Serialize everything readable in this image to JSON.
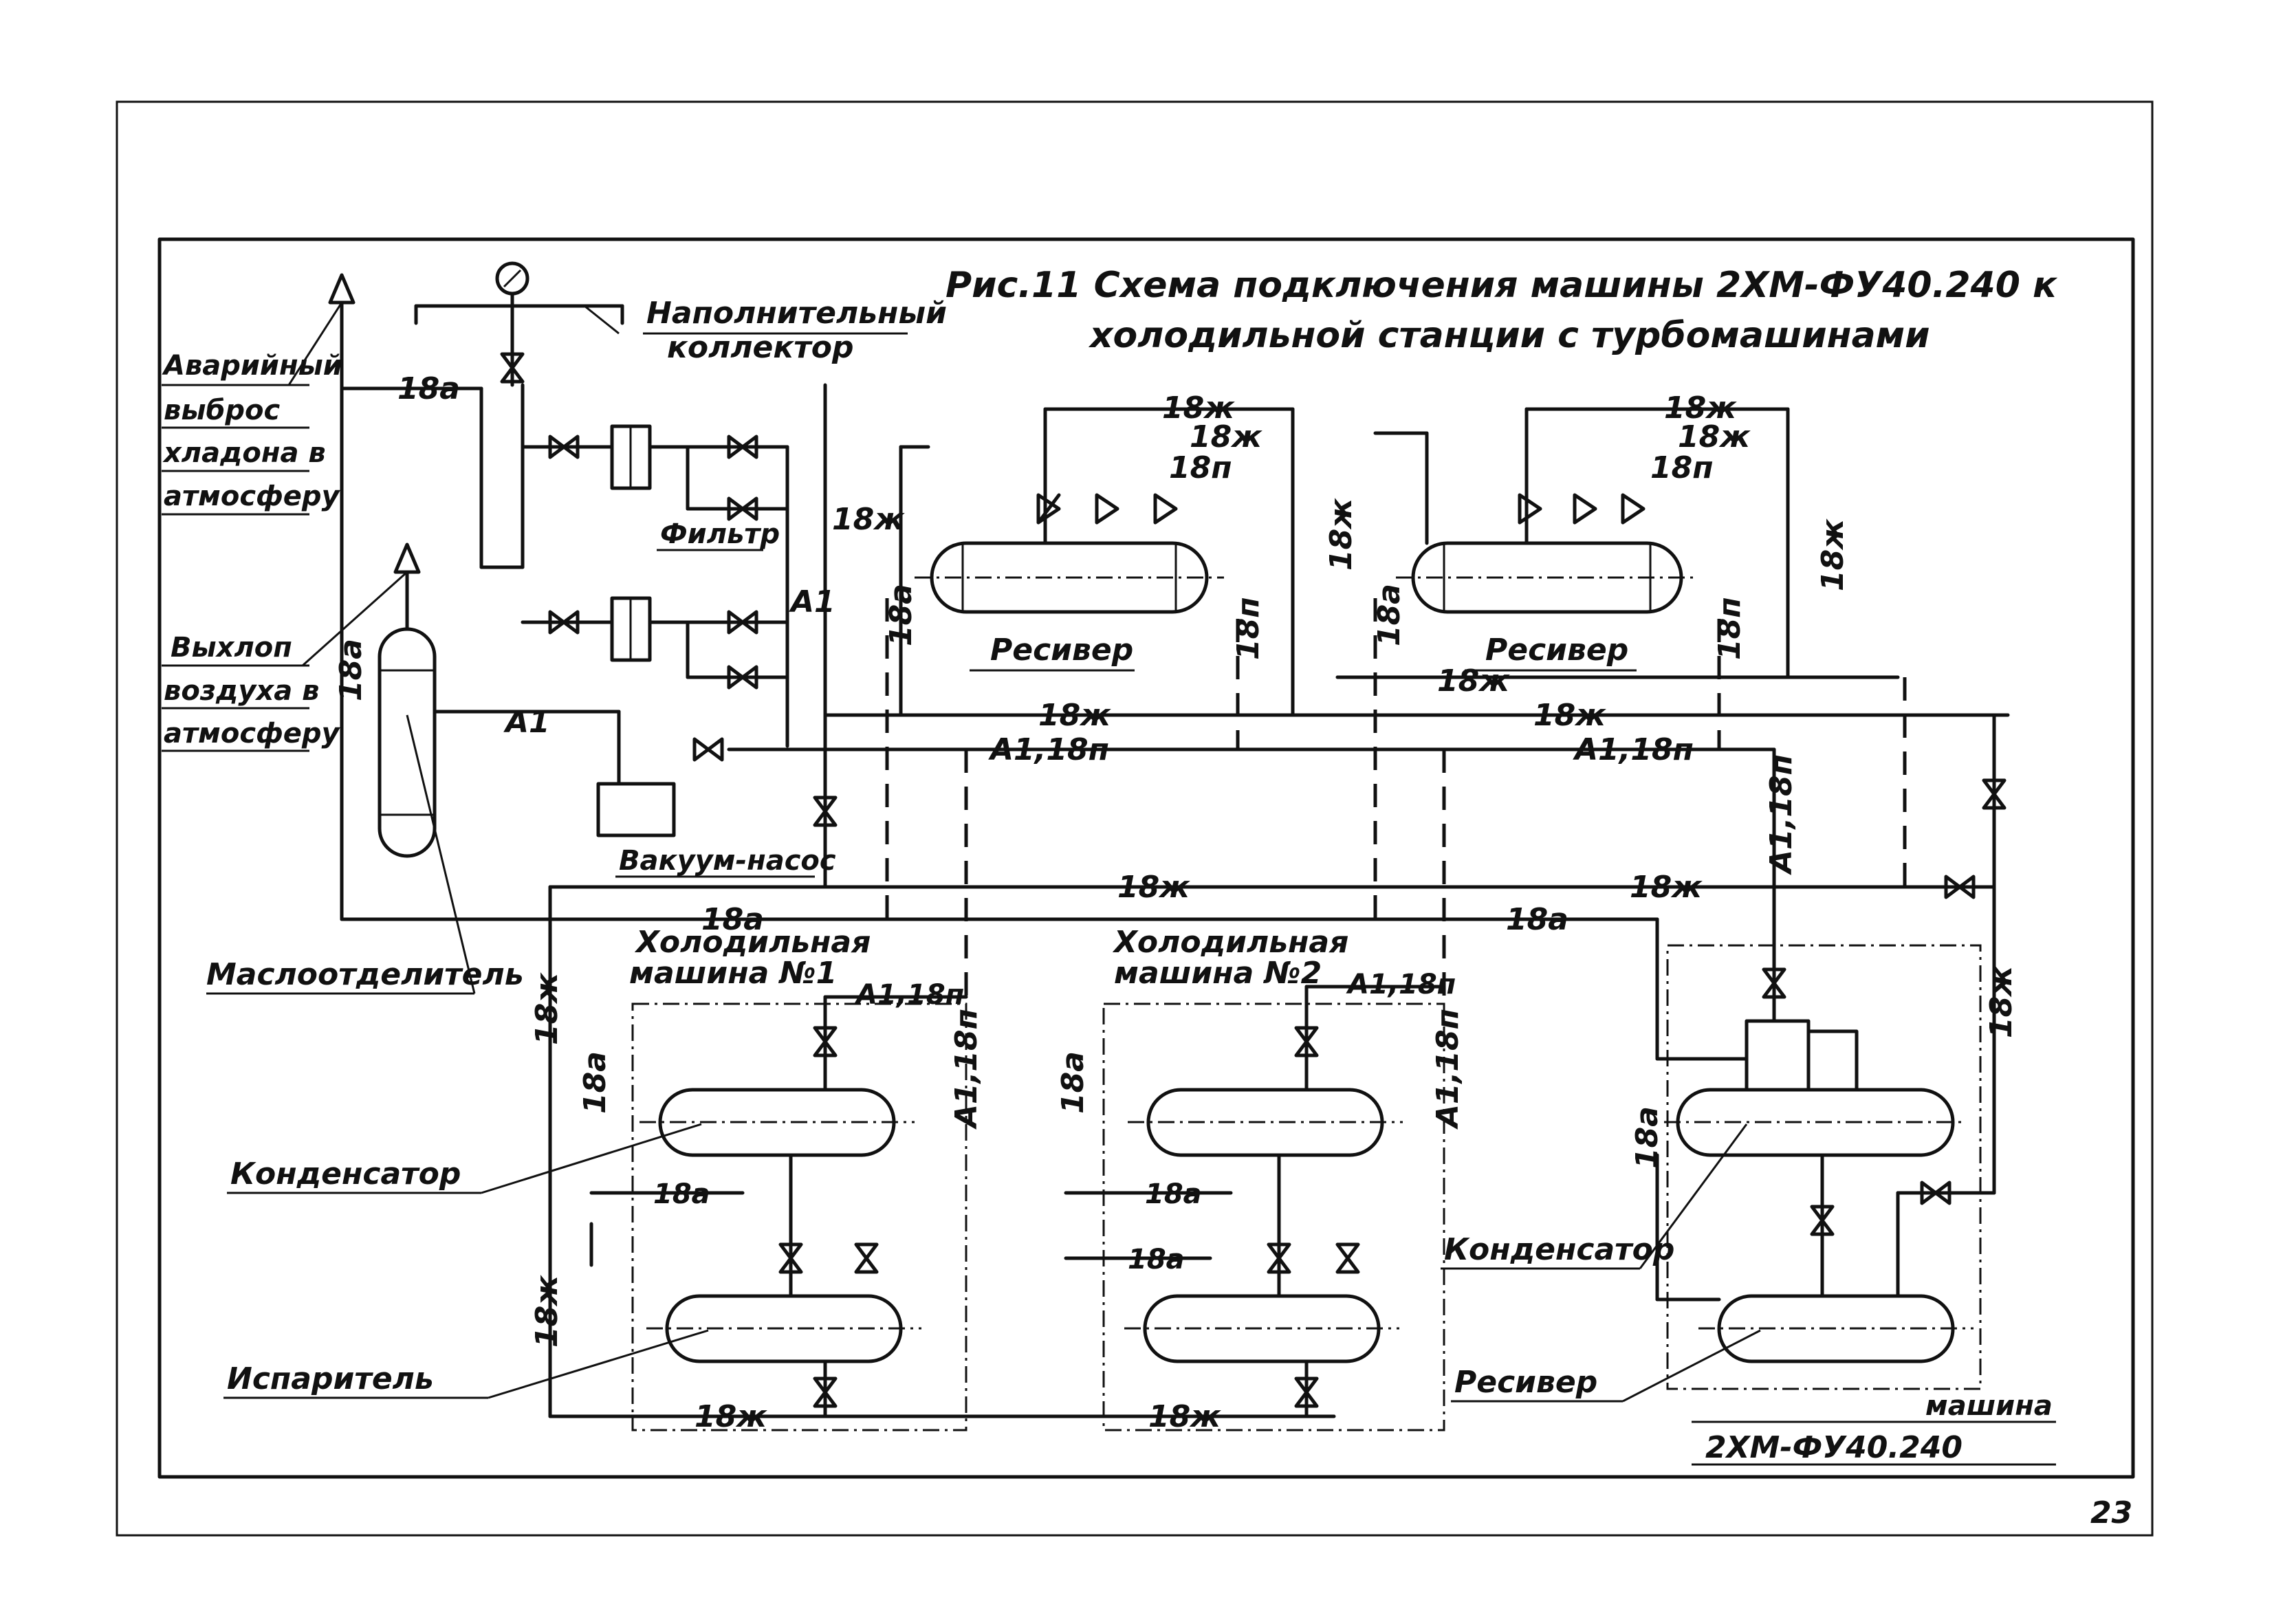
{
  "title": {
    "line1": "Рис.11  Схема подключения машины  2ХМ-ФУ40.240  к",
    "line2": "холодильной  станции  с  турбомашинами"
  },
  "labels": {
    "emergency_1": "Аварийный",
    "emergency_2": "выброс",
    "emergency_3": "хладона в",
    "emergency_4": "атмосферу",
    "exhaust_1": "Выхлоп",
    "exhaust_2": "воздуха в",
    "exhaust_3": "атмосферу",
    "filling_collector_1": "Наполнительный",
    "filling_collector_2": "коллектор",
    "filter": "Фильтр",
    "receiver_1": "Ресивер",
    "receiver_2": "Ресивер",
    "receiver_3": "Ресивер",
    "vacuum_pump": "Вакуум-насос",
    "oil_separator": "Маслоотделитель",
    "machine1_1": "Холодильная",
    "machine1_2": "машина №1",
    "machine2_1": "Холодильная",
    "machine2_2": "машина №2",
    "condenser_1": "Конденсатор",
    "condenser_2": "Конденсатор",
    "evaporator": "Испаритель",
    "machine_3_1": "машина",
    "machine_3_2": "2ХМ-ФУ40.240",
    "page_number": "23"
  },
  "lines": {
    "a18": "18а",
    "zh18": "18ж",
    "p18": "18п",
    "a1": "А1",
    "a1p18": "А1,18п"
  }
}
